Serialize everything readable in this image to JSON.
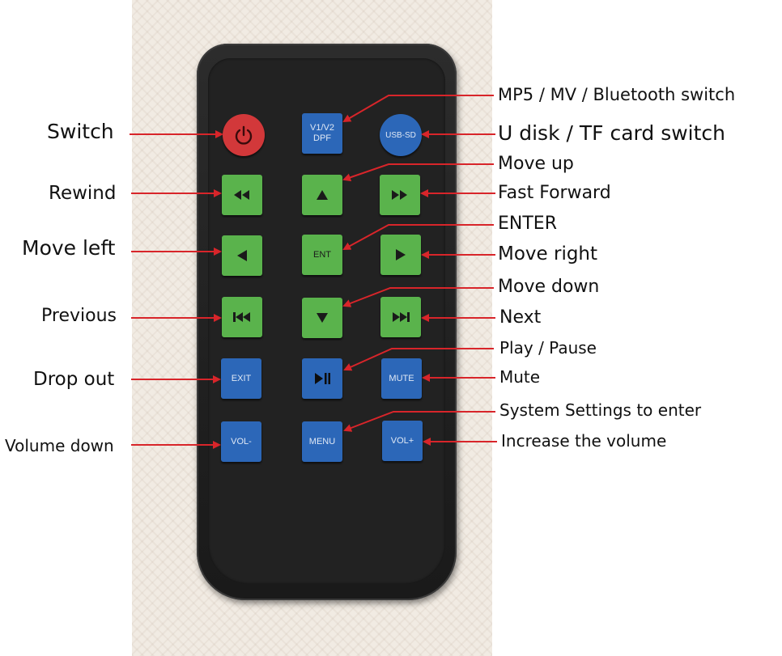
{
  "buttons": {
    "power": {
      "caption": ""
    },
    "v1v2": {
      "line1": "V1/V2",
      "line2": "DPF"
    },
    "usbsd": {
      "caption": "USB-SD"
    },
    "rewind": {
      "caption": ""
    },
    "up": {
      "caption": ""
    },
    "ff": {
      "caption": ""
    },
    "left": {
      "caption": ""
    },
    "ent": {
      "caption": "ENT"
    },
    "right": {
      "caption": ""
    },
    "prev": {
      "caption": ""
    },
    "down": {
      "caption": ""
    },
    "next": {
      "caption": ""
    },
    "exit": {
      "caption": "EXIT"
    },
    "playpause": {
      "caption": ""
    },
    "mute": {
      "caption": "MUTE"
    },
    "volminus": {
      "caption": "VOL-"
    },
    "menu": {
      "caption": "MENU"
    },
    "volplus": {
      "caption": "VOL+"
    }
  },
  "labels": {
    "switch": "Switch",
    "rewind": "Rewind",
    "move_left": "Move left",
    "previous": "Previous",
    "drop_out": "Drop out",
    "volume_down": "Volume down",
    "mp5_switch": "MP5 / MV / Bluetooth switch",
    "usb_switch": "U disk / TF card switch",
    "move_up": "Move up",
    "fast_forward": "Fast Forward",
    "enter": "ENTER",
    "move_right": "Move right",
    "move_down": "Move down",
    "next": "Next",
    "play_pause": "Play / Pause",
    "mute": "Mute",
    "system_settings": "System Settings to enter",
    "volume_up": "Increase the volume"
  },
  "colors": {
    "arrow": "#d8252a",
    "green_button": "#5ab34c",
    "blue_button": "#2c67b8",
    "power_button": "#d2383a",
    "remote_body": "#222222"
  },
  "icons": {
    "power": "power-icon",
    "rewind": "rewind-icon",
    "up": "triangle-up-icon",
    "ff": "fast-forward-icon",
    "left": "triangle-left-icon",
    "right": "triangle-right-icon",
    "prev": "skip-previous-icon",
    "down": "triangle-down-icon",
    "next": "skip-next-icon",
    "playpause": "play-pause-icon"
  }
}
